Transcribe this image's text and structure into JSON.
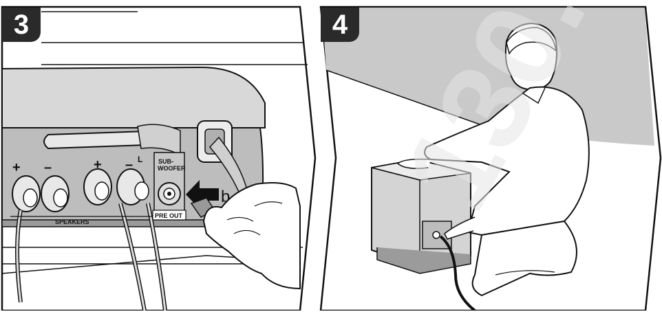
{
  "steps": [
    {
      "number": "3"
    },
    {
      "number": "4"
    }
  ],
  "panel3": {
    "speakers_label": "SPEAKERS",
    "plus_labels": [
      "+",
      "+"
    ],
    "minus_labels": [
      "–",
      "–"
    ],
    "channel_label": "L",
    "subwoofer_label_line1": "SUB-",
    "subwoofer_label_line2": "WOOFER",
    "pre_out_label": "PRE OUT",
    "callout_letter": "b"
  },
  "watermark": "130."
}
